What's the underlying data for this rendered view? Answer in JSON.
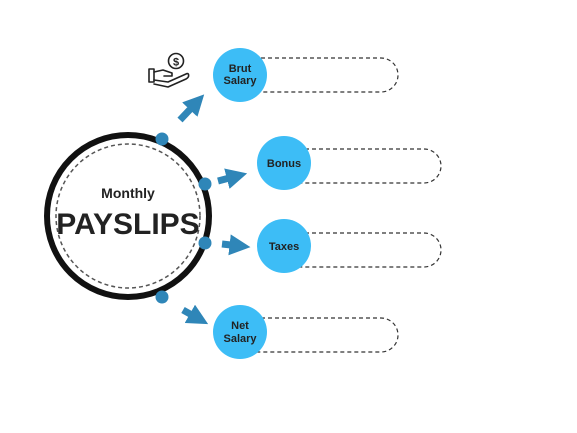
{
  "hub": {
    "line1": "Monthly",
    "line2": "PAYSLIPS"
  },
  "nodes": [
    {
      "id": "brut-salary",
      "label_line1": "Brut",
      "label_line2": "Salary",
      "icon": "money-hand-icon"
    },
    {
      "id": "bonus",
      "label_line1": "Bonus",
      "label_line2": ""
    },
    {
      "id": "taxes",
      "label_line1": "Taxes",
      "label_line2": ""
    },
    {
      "id": "net-salary",
      "label_line1": "Net",
      "label_line2": "Salary"
    }
  ],
  "colors": {
    "node_fill": "#3dbdf6",
    "arrow": "#2f86b8",
    "dot": "#2f86b8",
    "ring": "#111111",
    "dash": "#555555"
  }
}
